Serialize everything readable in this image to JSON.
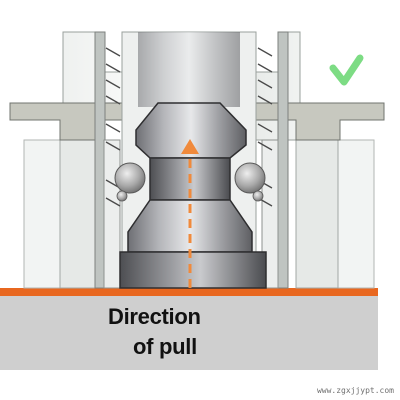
{
  "caption": {
    "line1": "Direction",
    "line2": "of pull"
  },
  "watermark": "www.zgxjjypt.com",
  "icons": {
    "status": "check-mark-icon",
    "pull": "arrow-up-icon"
  },
  "colors": {
    "check": "#7ddc84",
    "arrow": "#f08a3c",
    "surface": "#e8671f",
    "base": "#cfcfcf",
    "housing": "#d8dbd9",
    "plunger": "#8e8f94",
    "ball": "#a7a7a7"
  }
}
